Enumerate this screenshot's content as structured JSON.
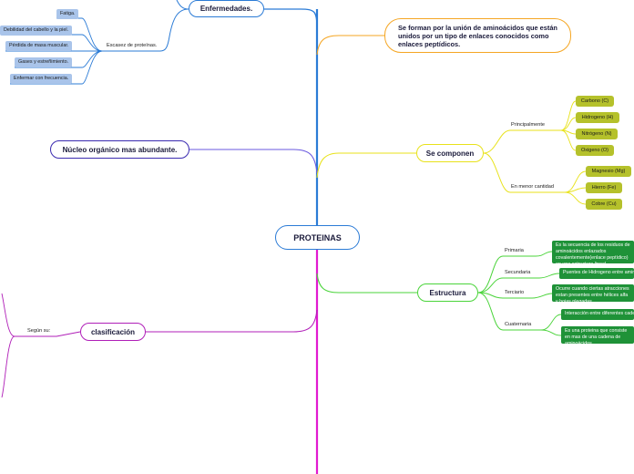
{
  "central": "PROTEINAS",
  "branches": {
    "enfermedades": {
      "title": "Enfermedades.",
      "sub": "Escasez de proteínas.",
      "leaves": [
        "Fatiga.",
        "Debilidad del cabello y la piel.",
        "Pérdida de masa muscular.",
        "Gases y estreñimiento.",
        "Enfermar con frecuencia."
      ]
    },
    "definicion": "Se forman por la unión de aminoácidos que están unidos por un tipo de enlaces conocidos como enlaces peptídicos.",
    "nucleo": "Núcleo orgánico mas abundante.",
    "componen": {
      "title": "Se componen",
      "principal": {
        "label": "Principalmente",
        "items": [
          "Carbono (C)",
          "Hidrogeno (H)",
          "Nitrógeno (N)",
          "Oxigeno (O)"
        ]
      },
      "menor": {
        "label": "En menor cantidad",
        "items": [
          "Magnesio (Mg)",
          "Hierro (Fe)",
          "Cobre (Cu)"
        ]
      }
    },
    "estructura": {
      "title": "Estructura",
      "levels": [
        {
          "label": "Primaria",
          "items": [
            "Es la secuencia de los residuos de aminoácidos enlazados covalentemente(enlace peptídico) en una estructura lineal unidimensional."
          ]
        },
        {
          "label": "Secundaria",
          "items": [
            "Puentes de Hidrogeno entre aminoácidos."
          ]
        },
        {
          "label": "Terciario",
          "items": [
            "Ocurre cuando ciertas atracciones estan presentes entre hélices alfa y hojas plegadas."
          ]
        },
        {
          "label": "Cuaternaria",
          "items": [
            "Interacción entre diferentes cadenas.",
            "Es una proteina que consiste en mas de una cadena de aminoácidos."
          ]
        }
      ]
    },
    "clasificacion": {
      "title": "clasificación",
      "sub": "Según su:"
    }
  },
  "colors": {
    "enfermedades": "#2b7bd6",
    "definicion": "#f5a623",
    "nucleo": "#3a2ab0",
    "componen": "#e8e21a",
    "estructura": "#4ad43a",
    "clasificacion": "#b01fb8",
    "trunk_bottom": "#e11ad0"
  }
}
